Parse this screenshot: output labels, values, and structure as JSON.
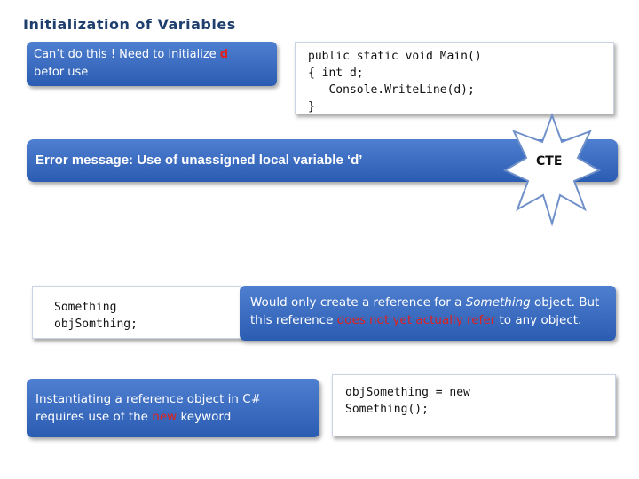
{
  "title": "Initialization of Variables",
  "box1": {
    "before": "Can’t  do  this  !  Need  to  initialize ",
    "highlight": "d",
    "after": "befor use"
  },
  "code1": [
    "public static void Main()",
    "{ int d;",
    "   Console.WriteLine(d);",
    "}"
  ],
  "error": {
    "text": "Error message: Use of unassigned local variable ‘d’",
    "badge": "CTE"
  },
  "code2": [
    "Something",
    "objSomthing;"
  ],
  "box2": {
    "before": "Would only create a reference for a ",
    "italic": "Something",
    "mid": " object. But this reference ",
    "red": "does not yet actually refer",
    "after": " to any object."
  },
  "box3": {
    "line1": "Instantiating a reference object in C#",
    "before": "requires use of the ",
    "red": "new",
    "after": " keyword"
  },
  "code3": [
    "objSomething = new",
    "Something();"
  ],
  "colors": {
    "accent_blue": "#3a6cc4",
    "title": "#1f3f6e",
    "highlight_red": "#e0201e"
  }
}
